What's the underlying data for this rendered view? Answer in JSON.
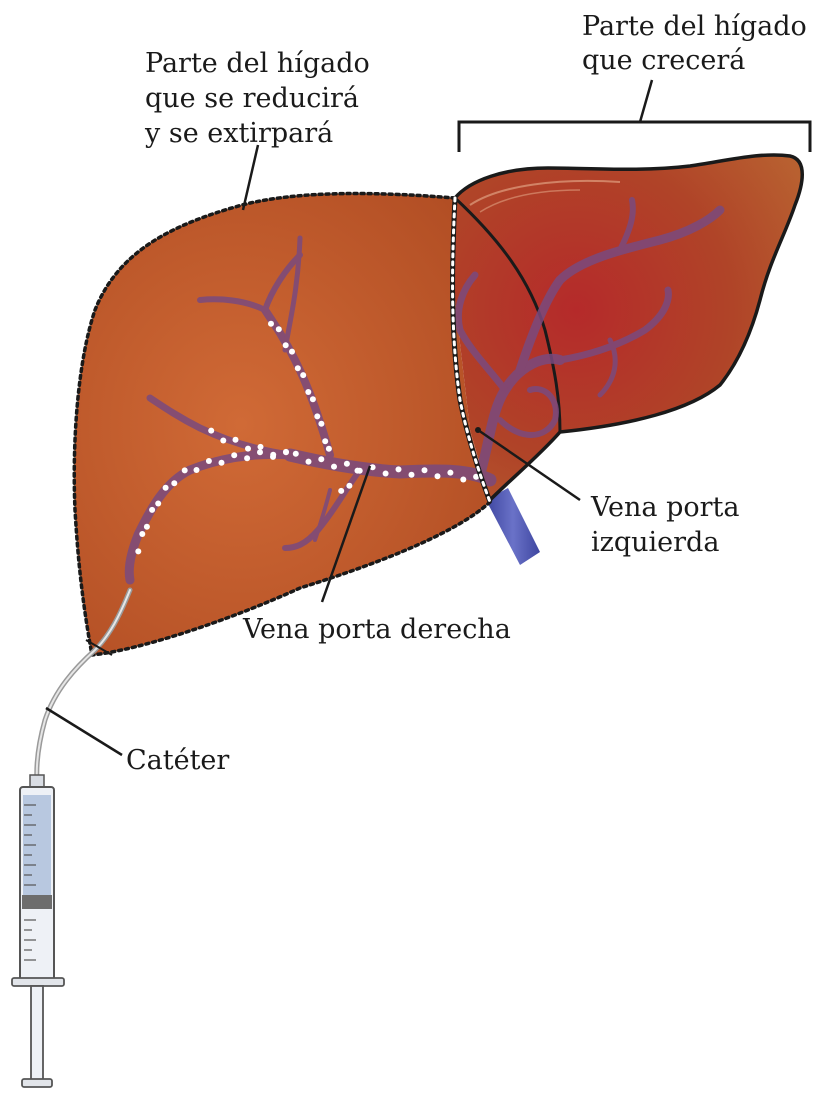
{
  "labels": {
    "reduce_line1": "Parte del hígado",
    "reduce_line2": "que se reducirá",
    "reduce_line3": "y se extirpará",
    "grow_line1": "Parte del hígado",
    "grow_line2": "que crecerá",
    "left_vein_line1": "Vena porta",
    "left_vein_line2": "izquierda",
    "right_vein": "Vena porta derecha",
    "catheter": "Catéter"
  },
  "colors": {
    "liver_right_lobe": "#c25a2c",
    "liver_left_lobe": "#b0402a",
    "portal_vein": "#6e4a8c",
    "portal_vein_trunk": "#5a62b8",
    "embolization_dots": "#ffffff",
    "outline": "#1a1a1a"
  }
}
